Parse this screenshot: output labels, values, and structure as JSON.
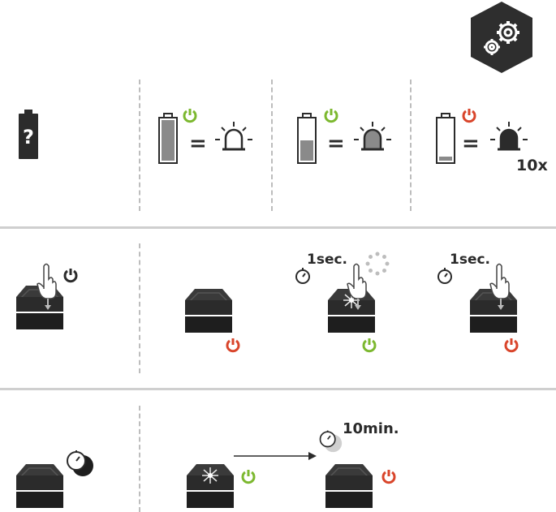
{
  "header": {
    "settings_badge_icon": "gears-icon"
  },
  "battery_row": {
    "repeat_label": "10x"
  },
  "activation_row": {
    "hold_time_label_center": "1sec.",
    "hold_time_label_right": "1sec."
  },
  "auto_off_row": {
    "timeout_label": "10min."
  },
  "colors": {
    "on_green": "#7cb82f",
    "off_red": "#d9452b",
    "device_dark": "#2b2b2b",
    "badge_dark": "#2e2e2e",
    "divider": "#c8c8c8"
  }
}
